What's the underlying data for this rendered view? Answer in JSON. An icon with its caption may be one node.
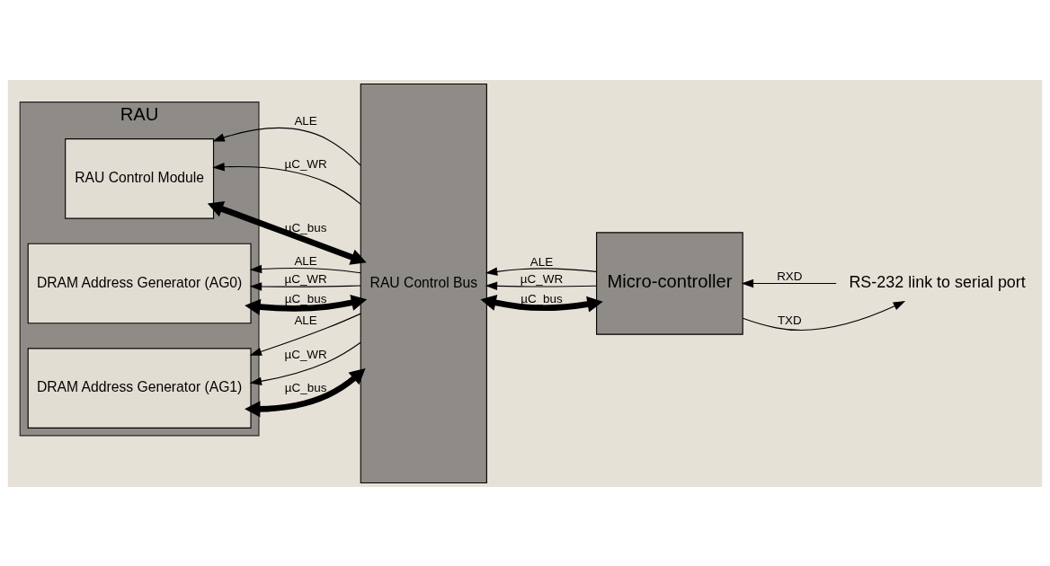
{
  "diagram": {
    "nodes": [
      {
        "text": [
          "RAU"
        ]
      },
      {
        "text": [
          "RAU Control Module"
        ],
        "in": 0
      },
      {
        "text": [
          "DRAM Address Generator (AG0)"
        ],
        "in": 0
      },
      {
        "text": [
          "DRAM Address Generator (AG1)"
        ],
        "in": 0
      },
      {
        "text": [
          "RAU Control Bus"
        ]
      },
      {
        "text": [
          "Micro-controller"
        ]
      },
      {
        "text": [
          "RS-232 link to serial port"
        ]
      }
    ],
    "edges": [
      {
        "from": 4,
        "to": 1,
        "arrow": "to",
        "label": "ALE"
      },
      {
        "from": 4,
        "to": 1,
        "arrow": "to",
        "label": "µC_WR"
      },
      {
        "from": 4,
        "to": 1,
        "arrow": "both",
        "label": "µC_bus",
        "style": "thick"
      },
      {
        "from": 4,
        "to": 2,
        "arrow": "to",
        "label": "ALE"
      },
      {
        "from": 4,
        "to": 2,
        "arrow": "to",
        "label": "µC_WR"
      },
      {
        "from": 4,
        "to": 2,
        "arrow": "both",
        "label": "µC_bus",
        "style": "thick"
      },
      {
        "from": 4,
        "to": 3,
        "arrow": "to",
        "label": "ALE"
      },
      {
        "from": 4,
        "to": 3,
        "arrow": "to",
        "label": "µC_WR"
      },
      {
        "from": 4,
        "to": 3,
        "arrow": "both",
        "label": "µC_bus",
        "style": "thick"
      },
      {
        "from": 5,
        "to": 4,
        "arrow": "to",
        "label": "ALE"
      },
      {
        "from": 5,
        "to": 4,
        "arrow": "to",
        "label": "µC_WR"
      },
      {
        "from": 5,
        "to": 4,
        "arrow": "both",
        "label": "µC_bus",
        "style": "thick"
      },
      {
        "from": 5,
        "to": 6,
        "arrow": "to",
        "label": "TXD"
      },
      {
        "from": 6,
        "to": 5,
        "arrow": "to",
        "label": "RXD"
      }
    ]
  }
}
